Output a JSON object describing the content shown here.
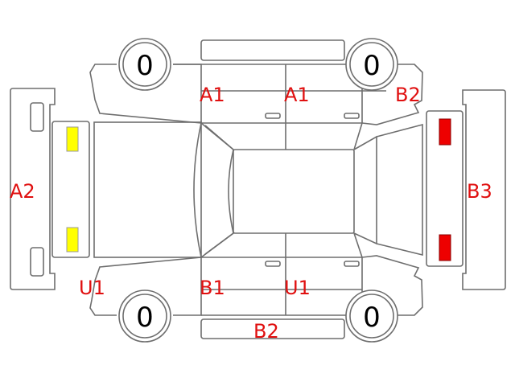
{
  "diagram": {
    "labels": {
      "top_front_door": "A1",
      "top_rear_door": "A1",
      "top_rear_fender": "B2",
      "front_bumper": "A2",
      "rear_bumper": "B3",
      "bottom_front_fender": "U1",
      "bottom_front_door": "B1",
      "bottom_rear_door": "U1",
      "bottom_rocker": "B2"
    },
    "tires": {
      "front_top": "0",
      "rear_top": "0",
      "front_bottom": "0",
      "rear_bottom": "0"
    },
    "colors": {
      "headlight": "#ffff00",
      "taillight": "#ee0000",
      "label": "#e01010"
    }
  }
}
